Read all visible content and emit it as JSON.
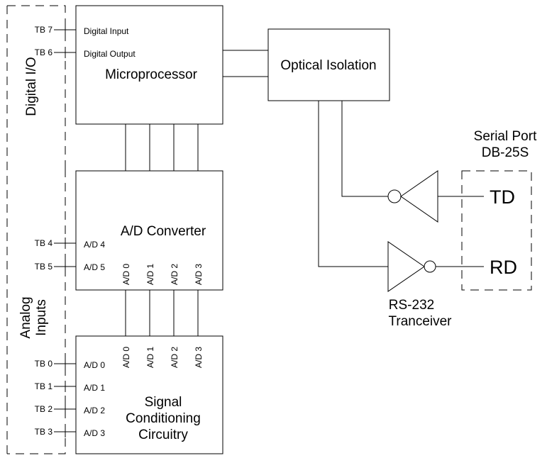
{
  "groups": {
    "digital_io": "Digital I/O",
    "analog_inputs_line1": "Analog",
    "analog_inputs_line2": "Inputs"
  },
  "microprocessor": {
    "title": "Microprocessor",
    "port_in": "Digital Input",
    "port_out": "Digital Output"
  },
  "terminals": {
    "tb7": "TB 7",
    "tb6": "TB 6",
    "tb4": "TB 4",
    "tb5": "TB 5",
    "tb0": "TB 0",
    "tb1": "TB 1",
    "tb2": "TB 2",
    "tb3": "TB 3"
  },
  "optical_isolation": {
    "title": "Optical Isolation"
  },
  "adc": {
    "title": "A/D Converter",
    "port_ad4": "A/D 4",
    "port_ad5": "A/D 5",
    "bottom_ports": [
      "A/D 0",
      "A/D 1",
      "A/D 2",
      "A/D 3"
    ]
  },
  "signal_conditioning": {
    "line1": "Signal",
    "line2": "Conditioning",
    "line3": "Circuitry",
    "left_ports": [
      "A/D 0",
      "A/D 1",
      "A/D 2",
      "A/D 3"
    ],
    "top_ports": [
      "A/D 0",
      "A/D 1",
      "A/D 2",
      "A/D 3"
    ]
  },
  "serial_port": {
    "title_line1": "Serial Port",
    "title_line2": "DB-25S",
    "td": "TD",
    "rd": "RD"
  },
  "transceiver": {
    "line1": "RS-232",
    "line2": "Tranceiver"
  }
}
